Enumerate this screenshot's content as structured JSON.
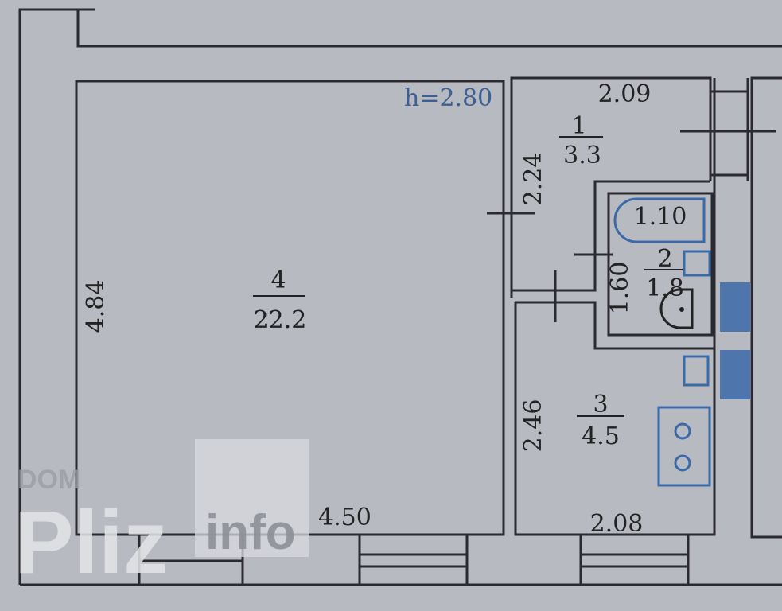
{
  "plan": {
    "ceiling_height": "h=2.80",
    "rooms": [
      {
        "number": "1",
        "area": "3.3"
      },
      {
        "number": "2",
        "area": "1.8"
      },
      {
        "number": "3",
        "area": "4.5"
      },
      {
        "number": "4",
        "area": "22.2"
      }
    ],
    "dimensions": {
      "room4_height": "4.84",
      "room4_width": "4.50",
      "room1_width": "2.09",
      "room1_height": "2.24",
      "bath_length": "1.10",
      "room2_height": "1.60",
      "room3_height": "2.46",
      "room3_width": "2.08"
    }
  },
  "watermark": {
    "top": "DOM",
    "main": "Pliz",
    "suffix": "info"
  },
  "colors": {
    "background": "#b8bac1",
    "lines": "#2a2a30",
    "fixtures": "#3b6aa8"
  }
}
